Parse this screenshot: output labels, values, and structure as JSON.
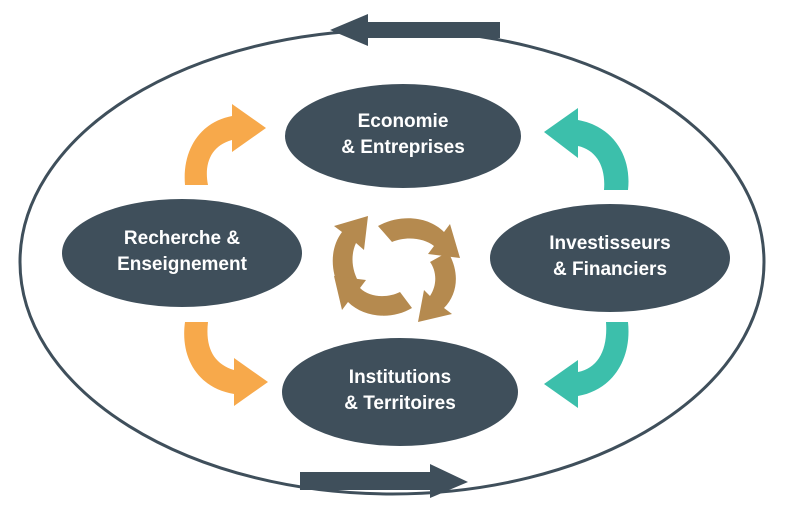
{
  "nodes": {
    "top": {
      "line1": "Economie",
      "line2": "& Entreprises"
    },
    "left": {
      "line1": "Recherche &",
      "line2": "Enseignement"
    },
    "right": {
      "line1": "Investisseurs",
      "line2": "& Financiers"
    },
    "bottom": {
      "line1": "Institutions",
      "line2": "& Territoires"
    }
  },
  "colors": {
    "node_fill": "#3f4f5b",
    "node_text": "#ffffff",
    "outer_ring": "#3f4f5b",
    "arrow_orange": "#f7a94b",
    "arrow_teal": "#3cbfab",
    "arrow_center": "#b58a4f"
  },
  "icons": {
    "center": "recycle-cycle-icon",
    "outer_top": "arrow-left-icon",
    "outer_bottom": "arrow-right-icon"
  }
}
